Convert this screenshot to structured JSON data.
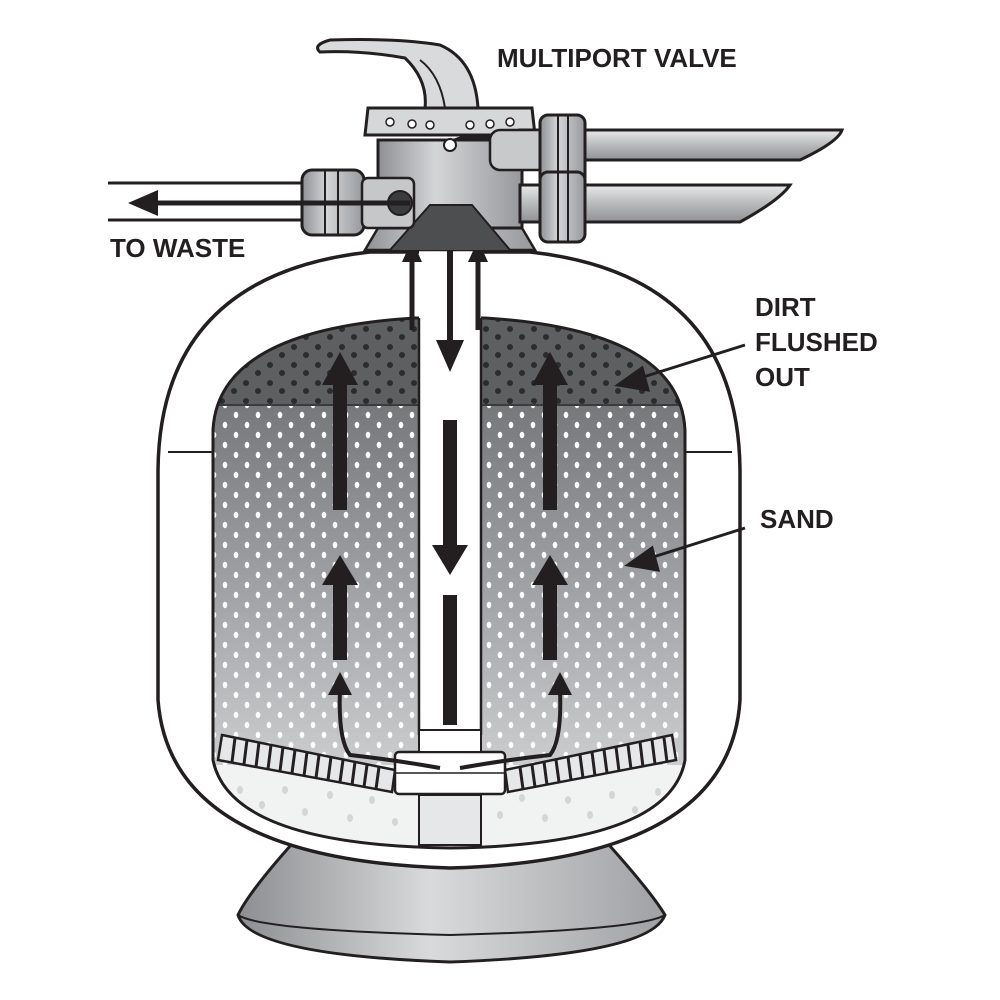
{
  "labels": {
    "valve": "MULTIPORT VALVE",
    "waste": "TO  WASTE",
    "dirt_line1": "DIRT",
    "dirt_line2": "FLUSHED",
    "dirt_line3": "OUT",
    "sand": "SAND"
  },
  "colors": {
    "outline": "#231f20",
    "tank_shell": "#ffffff",
    "sand_top": "#5f6062",
    "sand_bottom": "#d6d7d8",
    "dirt_layer": "#5e5f61",
    "metal_light": "#d9dadb",
    "metal_mid": "#a7a9ac"
  },
  "icons": {
    "flow_arrows": "arrow-up-icon",
    "downflow_arrows": "arrow-down-icon",
    "waste_arrow": "arrow-left-icon"
  }
}
